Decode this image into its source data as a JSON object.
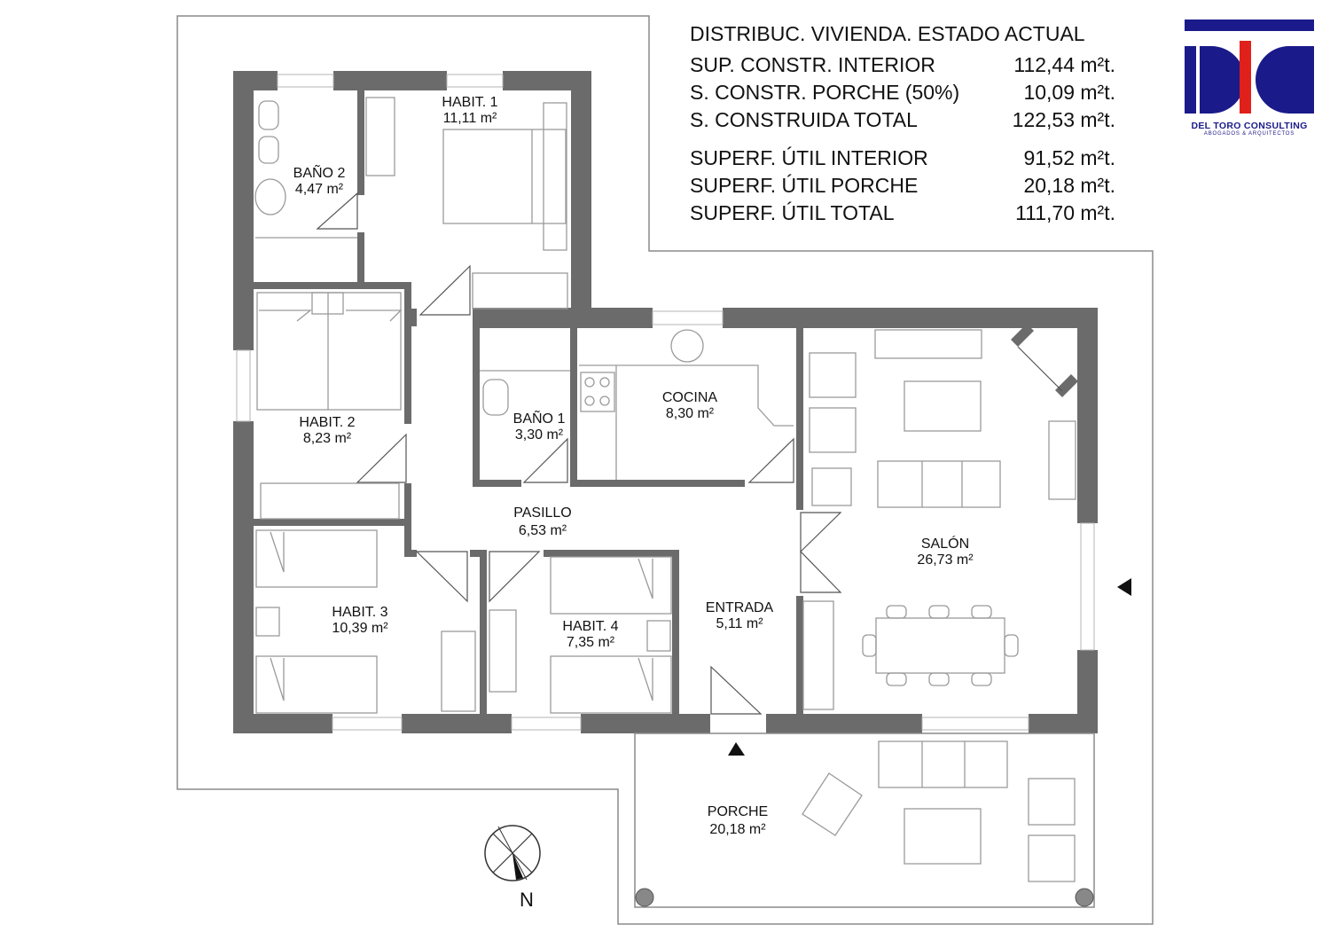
{
  "summary": {
    "title": "DISTRIBUC. VIVIENDA. ESTADO ACTUAL",
    "rows_constructed": [
      {
        "label": "SUP. CONSTR. INTERIOR",
        "value": "112,44 m²t."
      },
      {
        "label": "S. CONSTR. PORCHE (50%)",
        "value": "10,09 m²t."
      },
      {
        "label": "S. CONSTRUIDA TOTAL",
        "value": "122,53 m²t."
      }
    ],
    "rows_useful": [
      {
        "label": "SUPERF. ÚTIL INTERIOR",
        "value": "91,52 m²t."
      },
      {
        "label": "SUPERF. ÚTIL PORCHE",
        "value": "20,18 m²t."
      },
      {
        "label": "SUPERF. ÚTIL TOTAL",
        "value": "111,70 m²t."
      }
    ]
  },
  "logo": {
    "name": "DEL TORO CONSULTING",
    "subtitle": "ABOGADOS & ARQUITECTOS",
    "colors": {
      "blue": "#1a1a8a",
      "red": "#e0201a"
    }
  },
  "rooms": {
    "bano2": {
      "name": "BAÑO 2",
      "area": "4,47 m²"
    },
    "habit1": {
      "name": "HABIT. 1",
      "area": "11,11 m²"
    },
    "habit2": {
      "name": "HABIT. 2",
      "area": "8,23 m²"
    },
    "bano1": {
      "name": "BAÑO 1",
      "area": "3,30 m²"
    },
    "cocina": {
      "name": "COCINA",
      "area": "8,30 m²"
    },
    "salon": {
      "name": "SALÓN",
      "area": "26,73 m²"
    },
    "pasillo": {
      "name": "PASILLO",
      "area": "6,53 m²"
    },
    "habit3": {
      "name": "HABIT. 3",
      "area": "10,39 m²"
    },
    "habit4": {
      "name": "HABIT. 4",
      "area": "7,35 m²"
    },
    "entrada": {
      "name": "ENTRADA",
      "area": "5,11 m²"
    },
    "porche": {
      "name": "PORCHE",
      "area": "20,18 m²"
    }
  },
  "compass": {
    "north_label": "N"
  }
}
